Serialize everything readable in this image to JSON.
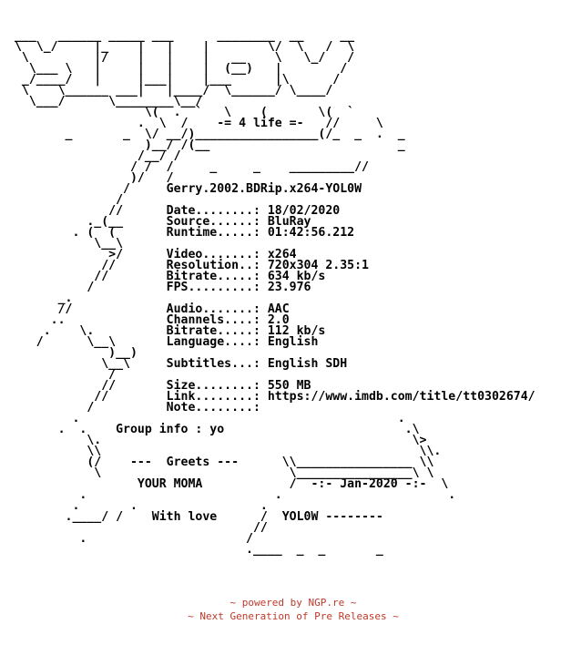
{
  "nfo_lines": [
    " ___   ______ _____ ___      ________  __     __",
    " \\  \\_/     |_    |   |    |        \\/  \\   /  \\",
    "  \\         |/    |   |    |   __    \\   \\_/   /",
    "   \\___ \\   |     |   |    |  (__)   |        /",
    "  _/____/   |     |___|    |___      |\\      /",
    "  \\    \\______ ___|   |____/  \\______/ \\____/",
    "   \\___/      \\________\\__/",
    "                   \\(  .  `   \\    (       \\(  `",
    "                  .  \\  /    -= 4 life =-   //     \\",
    "        _       _  \\/ __/)_________________(/_  _  .  _",
    "                   )__/ /(__                          _",
    "                  /__/ /",
    "                 / /  /     _     _    _________//",
    "                 )/   /",
    "                /     Gerry.2002.BDRip.x264-YOL0W",
    "               /",
    "              //      Date........: 18/02/2020",
    "           ._(__      Source......: BluRay",
    "         . (  (       Runtime.....: 01:42:56.212",
    "            \\__\\",
    "              >/      Video.......: x264",
    "             //       Resolution..: 720x304 2.35:1",
    "            //        Bitrate.....: 634 kb/s",
    "           /          FPS.........: 23.976",
    "       _.",
    "       //             Audio.......: AAC",
    "      ..              Channels....: 2.0",
    "     .    \\.          Bitrate.....: 112 kb/s",
    "    /      \\__\\       Language....: English",
    "              )__)",
    "             \\__\\     Subtitles...: English SDH",
    "              /",
    "             //       Size........: 550 MB",
    "            //        Link........: https://www.imdb.com/title/tt0302674/",
    "           /          Note........:",
    "         .                                            .",
    "       .  .    Group info : yo                         .\\",
    "           \\.                                           \\>",
    "           \\\\                                            \\\\.",
    "           (/    ---  Greets ---      \\\\________________ \\\\",
    "            \\                          \\________________\\ \\",
    "                  YOUR MOMA            /  -:- Jan-2020 -:-  \\",
    "          .                          .                       .",
    "         .       .                 .",
    "        .____/ /    With love      /  YOL0W --------",
    "                                  //",
    "          .                      /",
    "                                 .____  _  _       _"
  ],
  "footer": {
    "line_1": "~ powered by NGP.re ~",
    "line_2": "~ Next Generation of Pre Releases ~"
  },
  "colors": {
    "text": "#000000",
    "footer": "#c0392b",
    "background": "#ffffff"
  }
}
